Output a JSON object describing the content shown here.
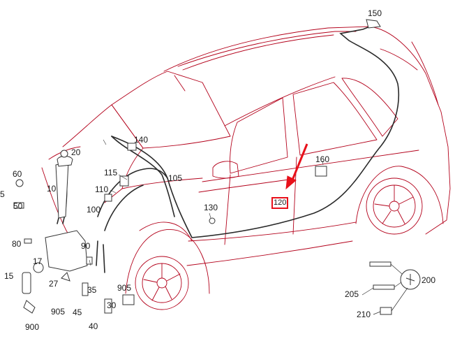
{
  "diagram": {
    "highlighted_part": "120",
    "labels": {
      "p150": "150",
      "p140": "140",
      "p160": "160",
      "p20": "20",
      "p60": "60",
      "p5": "5",
      "p50": "50",
      "p10": "10",
      "p115": "115",
      "p105": "105",
      "p110": "110",
      "p100": "100",
      "p130": "130",
      "p80": "80",
      "p90": "90",
      "p17": "17",
      "p15": "15",
      "p27": "27",
      "p35": "35",
      "p905a": "905",
      "p905b": "905",
      "p45": "45",
      "p30": "30",
      "p40": "40",
      "p900": "900",
      "p200": "200",
      "p205": "205",
      "p210": "210"
    },
    "colors": {
      "line": "#b3001a",
      "accent": "#e8101a",
      "part": "#333333"
    }
  }
}
